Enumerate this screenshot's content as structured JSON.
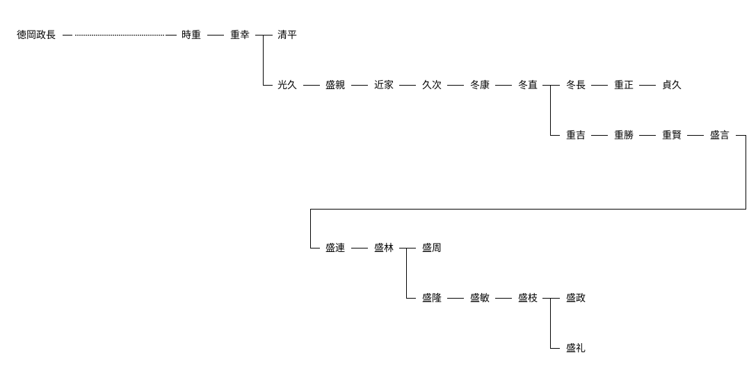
{
  "title": "徳岡氏 系図",
  "nodes": {
    "masanaga": "徳岡政長",
    "tokishige": "時重",
    "shigeyuki": "重幸",
    "kiyohira": "清平",
    "mitsuhisa": "光久",
    "morichika": "盛親",
    "chikaie": "近家",
    "hisatsugu": "久次",
    "fuyuyasu": "冬康",
    "fuyunao": "冬直",
    "fuyunaga": "冬長",
    "shigemasa": "重正",
    "sadahisa": "貞久",
    "shigeyoshi": "重吉",
    "shigekatsu": "重勝",
    "shigekata": "重賢",
    "morikoto": "盛言",
    "moritsura": "盛連",
    "morishige": "盛林",
    "morichika2": "盛周",
    "moritaka": "盛隆",
    "moritoshi": "盛敏",
    "morieda": "盛枝",
    "morimasa": "盛政",
    "morinori": "盛礼"
  }
}
